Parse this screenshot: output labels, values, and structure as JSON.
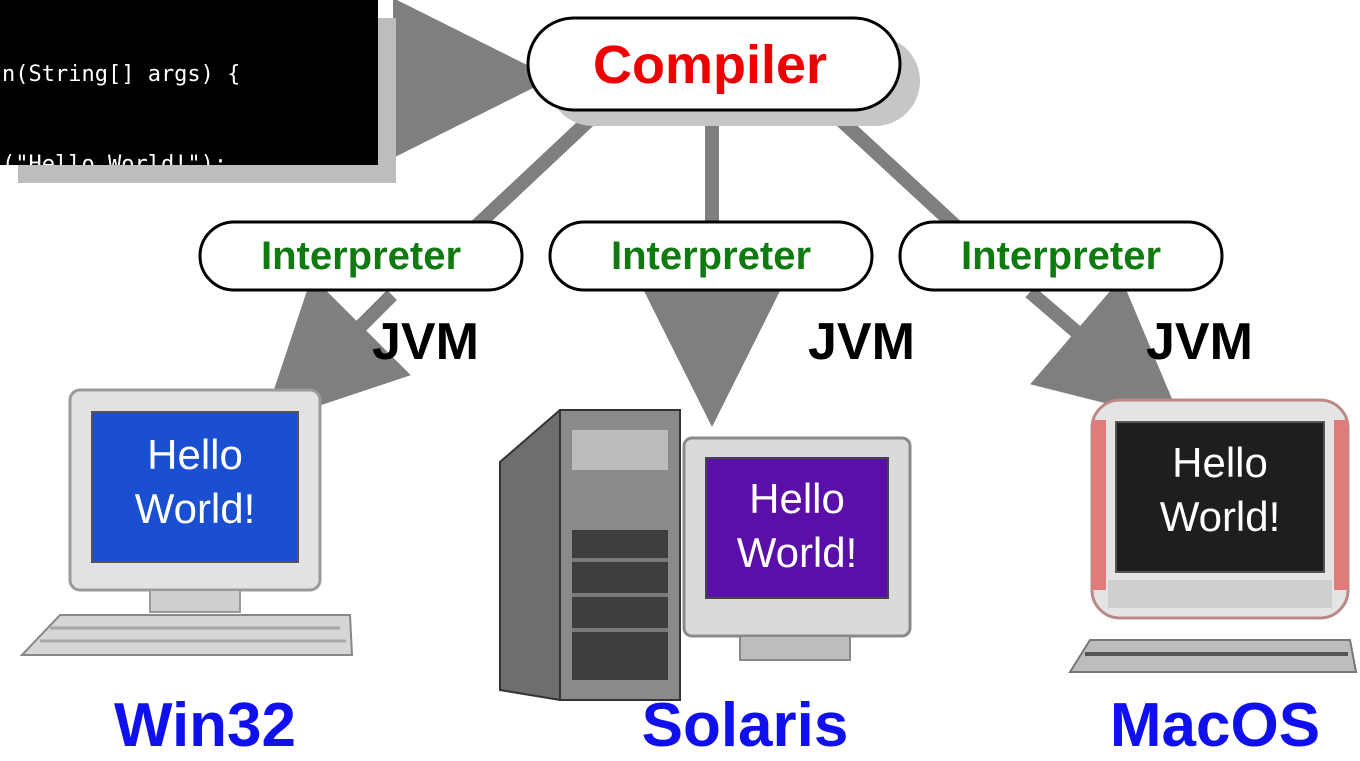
{
  "code_window": {
    "line1": "n(String[] args) {",
    "line2": "(\"Hello World!\");"
  },
  "compiler": {
    "label": "Compiler"
  },
  "interpreters": [
    {
      "label": "Interpreter"
    },
    {
      "label": "Interpreter"
    },
    {
      "label": "Interpreter"
    }
  ],
  "jvm_labels": [
    "JVM",
    "JVM",
    "JVM"
  ],
  "platforms": [
    {
      "name": "Win32",
      "screen_line1": "Hello",
      "screen_line2": "World!",
      "screen_color": "#1a4fd1"
    },
    {
      "name": "Solaris",
      "screen_line1": "Hello",
      "screen_line2": "World!",
      "screen_color": "#5a10a8"
    },
    {
      "name": "MacOS",
      "screen_line1": "Hello",
      "screen_line2": "World!",
      "screen_color": "#1e1e1e"
    }
  ],
  "colors": {
    "compiler_text": "#ee0000",
    "interpreter_text": "#0f7a0f",
    "platform_label": "#1010ee",
    "arrow": "#7f7f7f"
  }
}
